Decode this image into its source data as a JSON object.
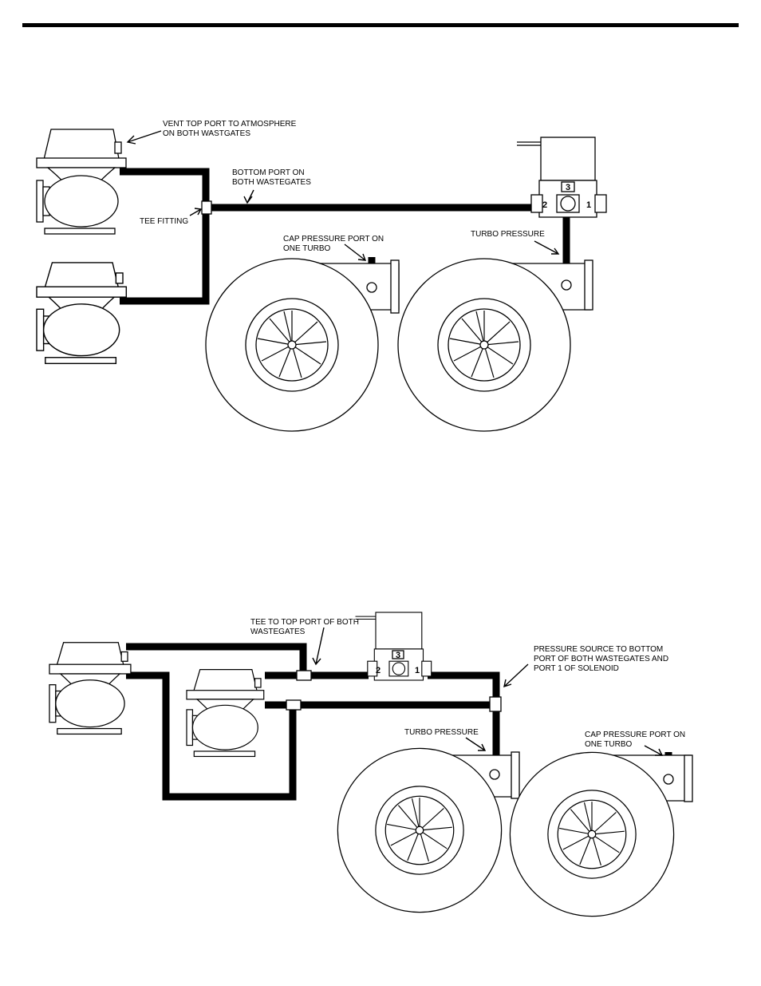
{
  "colors": {
    "ink": "#000000",
    "paper": "#ffffff"
  },
  "diagram1": {
    "labels": {
      "vent": [
        "VENT TOP PORT TO ATMOSPHERE",
        "ON BOTH WASTGATES"
      ],
      "bottom_port": [
        "BOTTOM PORT ON",
        "BOTH WASTEGATES"
      ],
      "tee": [
        "TEE FITTING"
      ],
      "cap": [
        "CAP PRESSURE PORT ON",
        "ONE TURBO"
      ],
      "turbo_pressure": [
        "TURBO PRESSURE"
      ]
    },
    "solenoid_ports": {
      "p1": "1",
      "p2": "2",
      "p3": "3"
    }
  },
  "diagram2": {
    "labels": {
      "tee_top": [
        "TEE TO TOP PORT OF BOTH",
        "WASTEGATES"
      ],
      "pressure_source": [
        "PRESSURE SOURCE TO BOTTOM",
        "PORT OF BOTH WASTEGATES AND",
        "PORT 1 OF SOLENOID"
      ],
      "turbo_pressure": [
        "TURBO PRESSURE"
      ],
      "cap": [
        "CAP PRESSURE PORT ON",
        "ONE TURBO"
      ]
    },
    "solenoid_ports": {
      "p1": "1",
      "p2": "2",
      "p3": "3"
    }
  }
}
